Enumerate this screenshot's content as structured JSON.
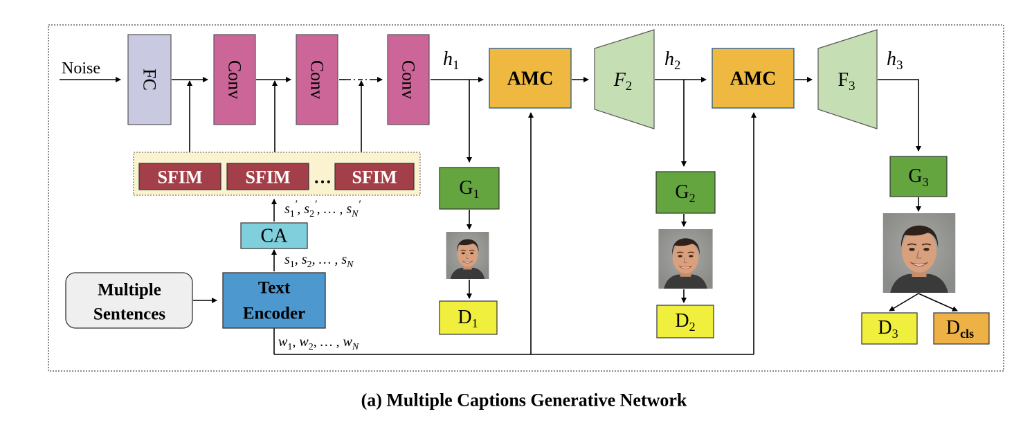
{
  "inputs": {
    "noise": "Noise"
  },
  "blocks": {
    "fc": "FC",
    "conv": [
      "Conv",
      "Conv",
      "Conv"
    ],
    "sfim": [
      "SFIM",
      "SFIM",
      "SFIM"
    ],
    "sfim_ellipsis": "…",
    "ca": "CA",
    "text_encoder": [
      "Text",
      "Encoder"
    ],
    "multiple_sentences": [
      "Multiple",
      "Sentences"
    ],
    "amc": [
      "AMC",
      "AMC"
    ],
    "f2": {
      "base": "F",
      "sub": "2"
    },
    "f3": {
      "base": "F",
      "sub": "3"
    }
  },
  "features": {
    "h1": {
      "base": "h",
      "sub": "1"
    },
    "h2": {
      "base": "h",
      "sub": "2"
    },
    "h3": {
      "base": "h",
      "sub": "3"
    }
  },
  "generators": [
    {
      "base": "G",
      "sub": "1"
    },
    {
      "base": "G",
      "sub": "2"
    },
    {
      "base": "G",
      "sub": "3"
    }
  ],
  "discriminators": [
    {
      "base": "D",
      "sub": "1"
    },
    {
      "base": "D",
      "sub": "2"
    },
    {
      "base": "D",
      "sub": "3"
    },
    {
      "base": "D",
      "sub": "cls"
    }
  ],
  "vectors": {
    "sentence_prime": "s′₁, s′₂, … , s′N",
    "sentence": "s₁, s₂, … , sN",
    "word": "w₁, w₂, … , wN"
  },
  "caption": "(a) Multiple Captions Generative Network",
  "colors": {
    "fc": "#c9c9e1",
    "conv": "#cc6699",
    "sfim": "#a33f48",
    "sfim_panel": "#fbf3cf",
    "ca": "#7fcfdd",
    "text_encoder": "#4d98cf",
    "amc": "#efb941",
    "stage_f": "#c6deb4",
    "generator": "#64a53f",
    "discriminator": "#f1ef3e",
    "d_cls": "#eeb145"
  }
}
